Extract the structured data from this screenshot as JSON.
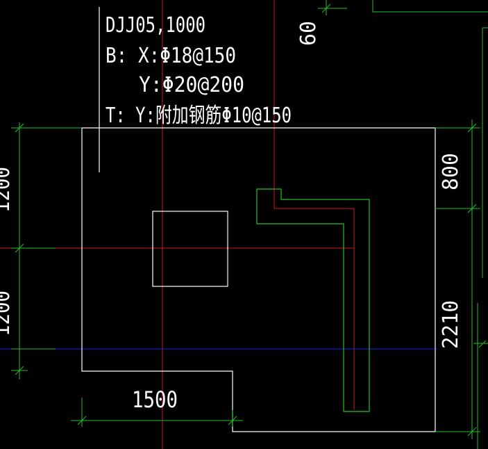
{
  "colors": {
    "background": "#000000",
    "outline": "#ffffff",
    "axis_red": "#d11a1a",
    "dimension_green": "#22c02a",
    "grid_blue": "#1a1aff"
  },
  "annotation": {
    "line1": "DJJ05,1000",
    "line2": "B: X:Φ18@150",
    "line3": "Y:Φ20@200",
    "line4": "T: Y:附加钢筋Φ10@150"
  },
  "dimensions": {
    "top_small": "60",
    "right_upper": "800",
    "right_lower": "2210",
    "bottom": "1500",
    "left_upper": "1200",
    "left_lower": "1200"
  }
}
